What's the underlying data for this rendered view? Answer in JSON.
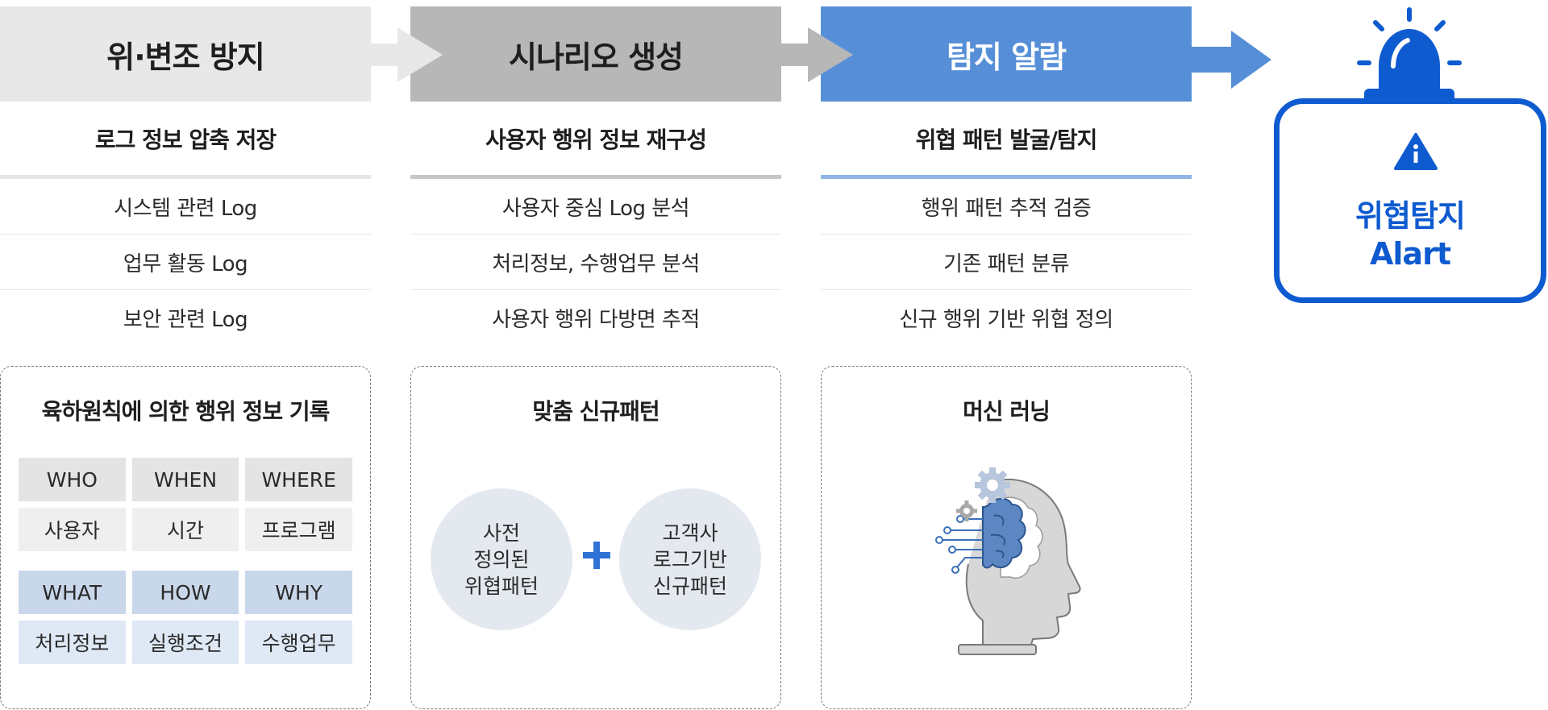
{
  "stages": [
    {
      "header": "위·변조 방지",
      "subtitle": "로그 정보 압축 저장",
      "items": [
        "시스템 관련 Log",
        "업무 활동 Log",
        "보안 관련 Log"
      ]
    },
    {
      "header": "시나리오 생성",
      "subtitle": "사용자 행위 정보 재구성",
      "items": [
        "사용자 중심 Log 분석",
        "처리정보, 수행업무 분석",
        "사용자 행위 다방면 추적"
      ]
    },
    {
      "header": "탐지 알람",
      "subtitle": "위협 패턴 발굴/탐지",
      "items": [
        "행위 패턴 추적 검증",
        "기존 패턴 분류",
        "신규 행위 기반 위협 정의"
      ]
    }
  ],
  "box1": {
    "title": "육하원칙에 의한 행위 정보 기록",
    "rows": [
      [
        "WHO",
        "WHEN",
        "WHERE"
      ],
      [
        "사용자",
        "시간",
        "프로그램"
      ],
      [
        "WHAT",
        "HOW",
        "WHY"
      ],
      [
        "처리정보",
        "실행조건",
        "수행업무"
      ]
    ]
  },
  "box2": {
    "title": "맞춤 신규패턴",
    "circle_left": [
      "사전",
      "정의된",
      "위협패턴"
    ],
    "circle_right": [
      "고객사",
      "로그기반",
      "신규패턴"
    ]
  },
  "box3": {
    "title": "머신 러닝",
    "illustration": "head-brain-gears-icon"
  },
  "alert": {
    "line1": "위협탐지",
    "line2": "Alart",
    "icons": [
      "siren-icon",
      "warning-triangle-icon"
    ]
  },
  "colors": {
    "header1": "#e8e8e8",
    "header2": "#b6b7b6",
    "header3": "#568fd8",
    "accent_blue": "#0e5bd0",
    "plus": "#2f72d6"
  }
}
